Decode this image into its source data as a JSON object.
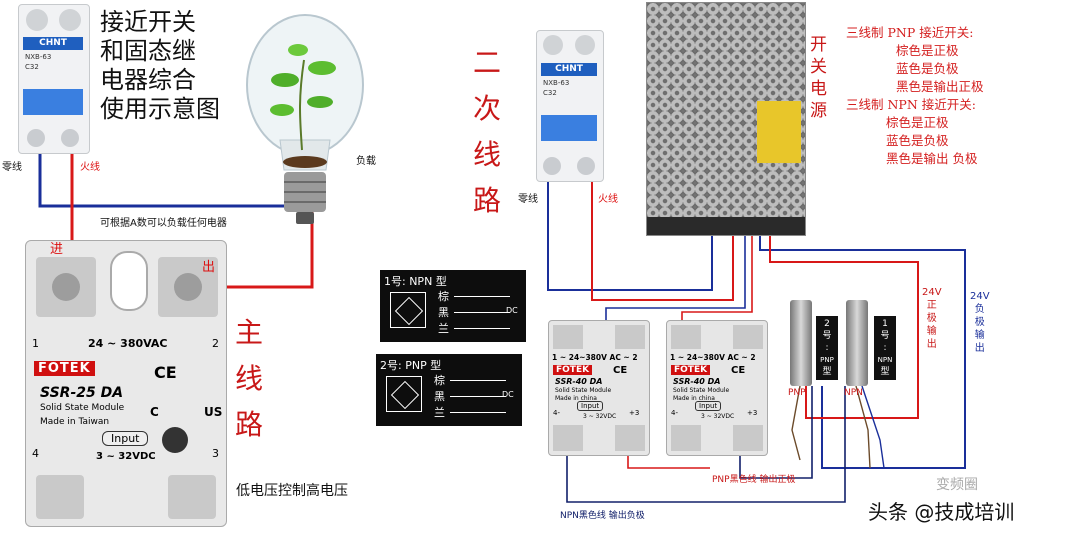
{
  "title": {
    "lines": [
      "接近开关",
      "和固态继",
      "电器综合",
      "使用示意图"
    ]
  },
  "main_circuit": {
    "chars": [
      "主",
      "线",
      "路"
    ],
    "caption": "低电压控制高电压"
  },
  "secondary_circuit": {
    "chars": [
      "二",
      "次",
      "线",
      "路"
    ]
  },
  "labels": {
    "neutral_left": "零线",
    "live_left": "火线",
    "neutral_right": "零线",
    "live_right": "火线",
    "load": "负载",
    "load_note": "可根据A数可以负载任何电器",
    "in": "进",
    "out": "出"
  },
  "breaker": {
    "brand": "CHNT",
    "model": "NXB-63",
    "rating": "C32"
  },
  "ssr_main": {
    "brand": "FOTEK",
    "model": "SSR-25 DA",
    "subtitle": "Solid State Module",
    "origin": "Made in Taiwan",
    "ac_range": "24 ~ 380VAC",
    "input": "Input",
    "dc_range": "3 ~ 32VDC",
    "t1": "1",
    "t2": "2",
    "t3": "3",
    "t4": "4",
    "ce": "CE",
    "ul": "US",
    "ul_c": "C"
  },
  "ssr_small": {
    "brand": "FOTEK",
    "model": "SSR-40 DA",
    "subtitle": "Solid State Module",
    "origin": "Made in china",
    "ac_range": "1 ~ 24~380V AC ~ 2",
    "input": "Input",
    "dc_range": "3 ~ 32VDC",
    "t4": "4-",
    "t3": "+3",
    "ce": "CE"
  },
  "psu": {
    "chars": [
      "开",
      "关",
      "电",
      "源"
    ]
  },
  "pnp_notes": {
    "head": "三线制 PNP 接近开关:",
    "l1": "棕色是正极",
    "l2": "蓝色是负极",
    "l3": "黑色是输出正极"
  },
  "npn_notes": {
    "head": "三线制 NPN 接近开关:",
    "l1": "棕色是正极",
    "l2": "蓝色是负极",
    "l3": "黑色是输出 负极"
  },
  "psu_out": {
    "pos": [
      "24V",
      "正",
      "极",
      "输",
      "出"
    ],
    "neg": [
      "24V",
      "负",
      "极",
      "输",
      "出"
    ]
  },
  "legend_npn": {
    "head": "1号: NPN 型",
    "brown": "棕",
    "black": "黑",
    "blue": "兰",
    "dc": "DC"
  },
  "legend_pnp": {
    "head": "2号: PNP 型",
    "brown": "棕",
    "black": "黑",
    "blue": "兰",
    "dc": "DC"
  },
  "sensors": {
    "pnp_tag": [
      "2",
      "号",
      ":",
      "PNP",
      "型"
    ],
    "npn_tag": [
      "1",
      "号",
      ":",
      "NPN",
      "型"
    ],
    "pnp_label": "PNP",
    "npn_label": "NPN"
  },
  "wire_notes": {
    "npn_black": "NPN黑色线 输出负极",
    "pnp_black": "PNP黑色线 输出正极"
  },
  "watermark": {
    "text": "变频圈",
    "credit": "头条 @技成培训"
  },
  "colors": {
    "red_wire": "#d81818",
    "blue_wire": "#1a2f9a",
    "navy_wire": "#12206a",
    "label_red": "#c81818",
    "note_red": "#d42020"
  }
}
